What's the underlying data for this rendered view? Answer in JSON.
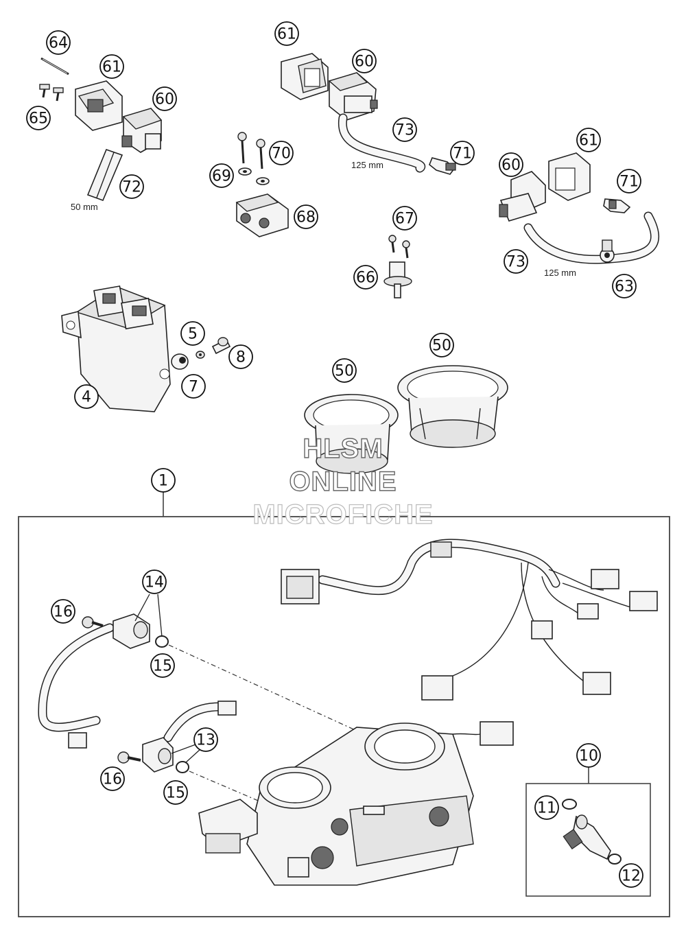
{
  "callouts": [
    {
      "id": "c64a",
      "label": "64"
    },
    {
      "id": "c61a",
      "label": "61"
    },
    {
      "id": "c60a",
      "label": "60"
    },
    {
      "id": "c65",
      "label": "65"
    },
    {
      "id": "c72",
      "label": "72"
    },
    {
      "id": "c61b",
      "label": "61"
    },
    {
      "id": "c60b",
      "label": "60"
    },
    {
      "id": "c73a",
      "label": "73"
    },
    {
      "id": "c71a",
      "label": "71"
    },
    {
      "id": "c70",
      "label": "70"
    },
    {
      "id": "c69",
      "label": "69"
    },
    {
      "id": "c68",
      "label": "68"
    },
    {
      "id": "c61c",
      "label": "61"
    },
    {
      "id": "c60c",
      "label": "60"
    },
    {
      "id": "c71b",
      "label": "71"
    },
    {
      "id": "c67",
      "label": "67"
    },
    {
      "id": "c66",
      "label": "66"
    },
    {
      "id": "c73b",
      "label": "73"
    },
    {
      "id": "c63",
      "label": "63"
    },
    {
      "id": "c5",
      "label": "5"
    },
    {
      "id": "c8",
      "label": "8"
    },
    {
      "id": "c7",
      "label": "7"
    },
    {
      "id": "c4",
      "label": "4"
    },
    {
      "id": "c50a",
      "label": "50"
    },
    {
      "id": "c50b",
      "label": "50"
    },
    {
      "id": "c1",
      "label": "1"
    },
    {
      "id": "c14",
      "label": "14"
    },
    {
      "id": "c16a",
      "label": "16"
    },
    {
      "id": "c15a",
      "label": "15"
    },
    {
      "id": "c13",
      "label": "13"
    },
    {
      "id": "c16b",
      "label": "16"
    },
    {
      "id": "c15b",
      "label": "15"
    },
    {
      "id": "c10",
      "label": "10"
    },
    {
      "id": "c11",
      "label": "11"
    },
    {
      "id": "c12",
      "label": "12"
    }
  ],
  "dimensions": {
    "hose_50": "50 mm",
    "hose_125_a": "125 mm",
    "hose_125_b": "125 mm"
  },
  "watermark": {
    "line1": "HLSM",
    "line2": "ONLINE",
    "line3": "MICROFICHE"
  }
}
